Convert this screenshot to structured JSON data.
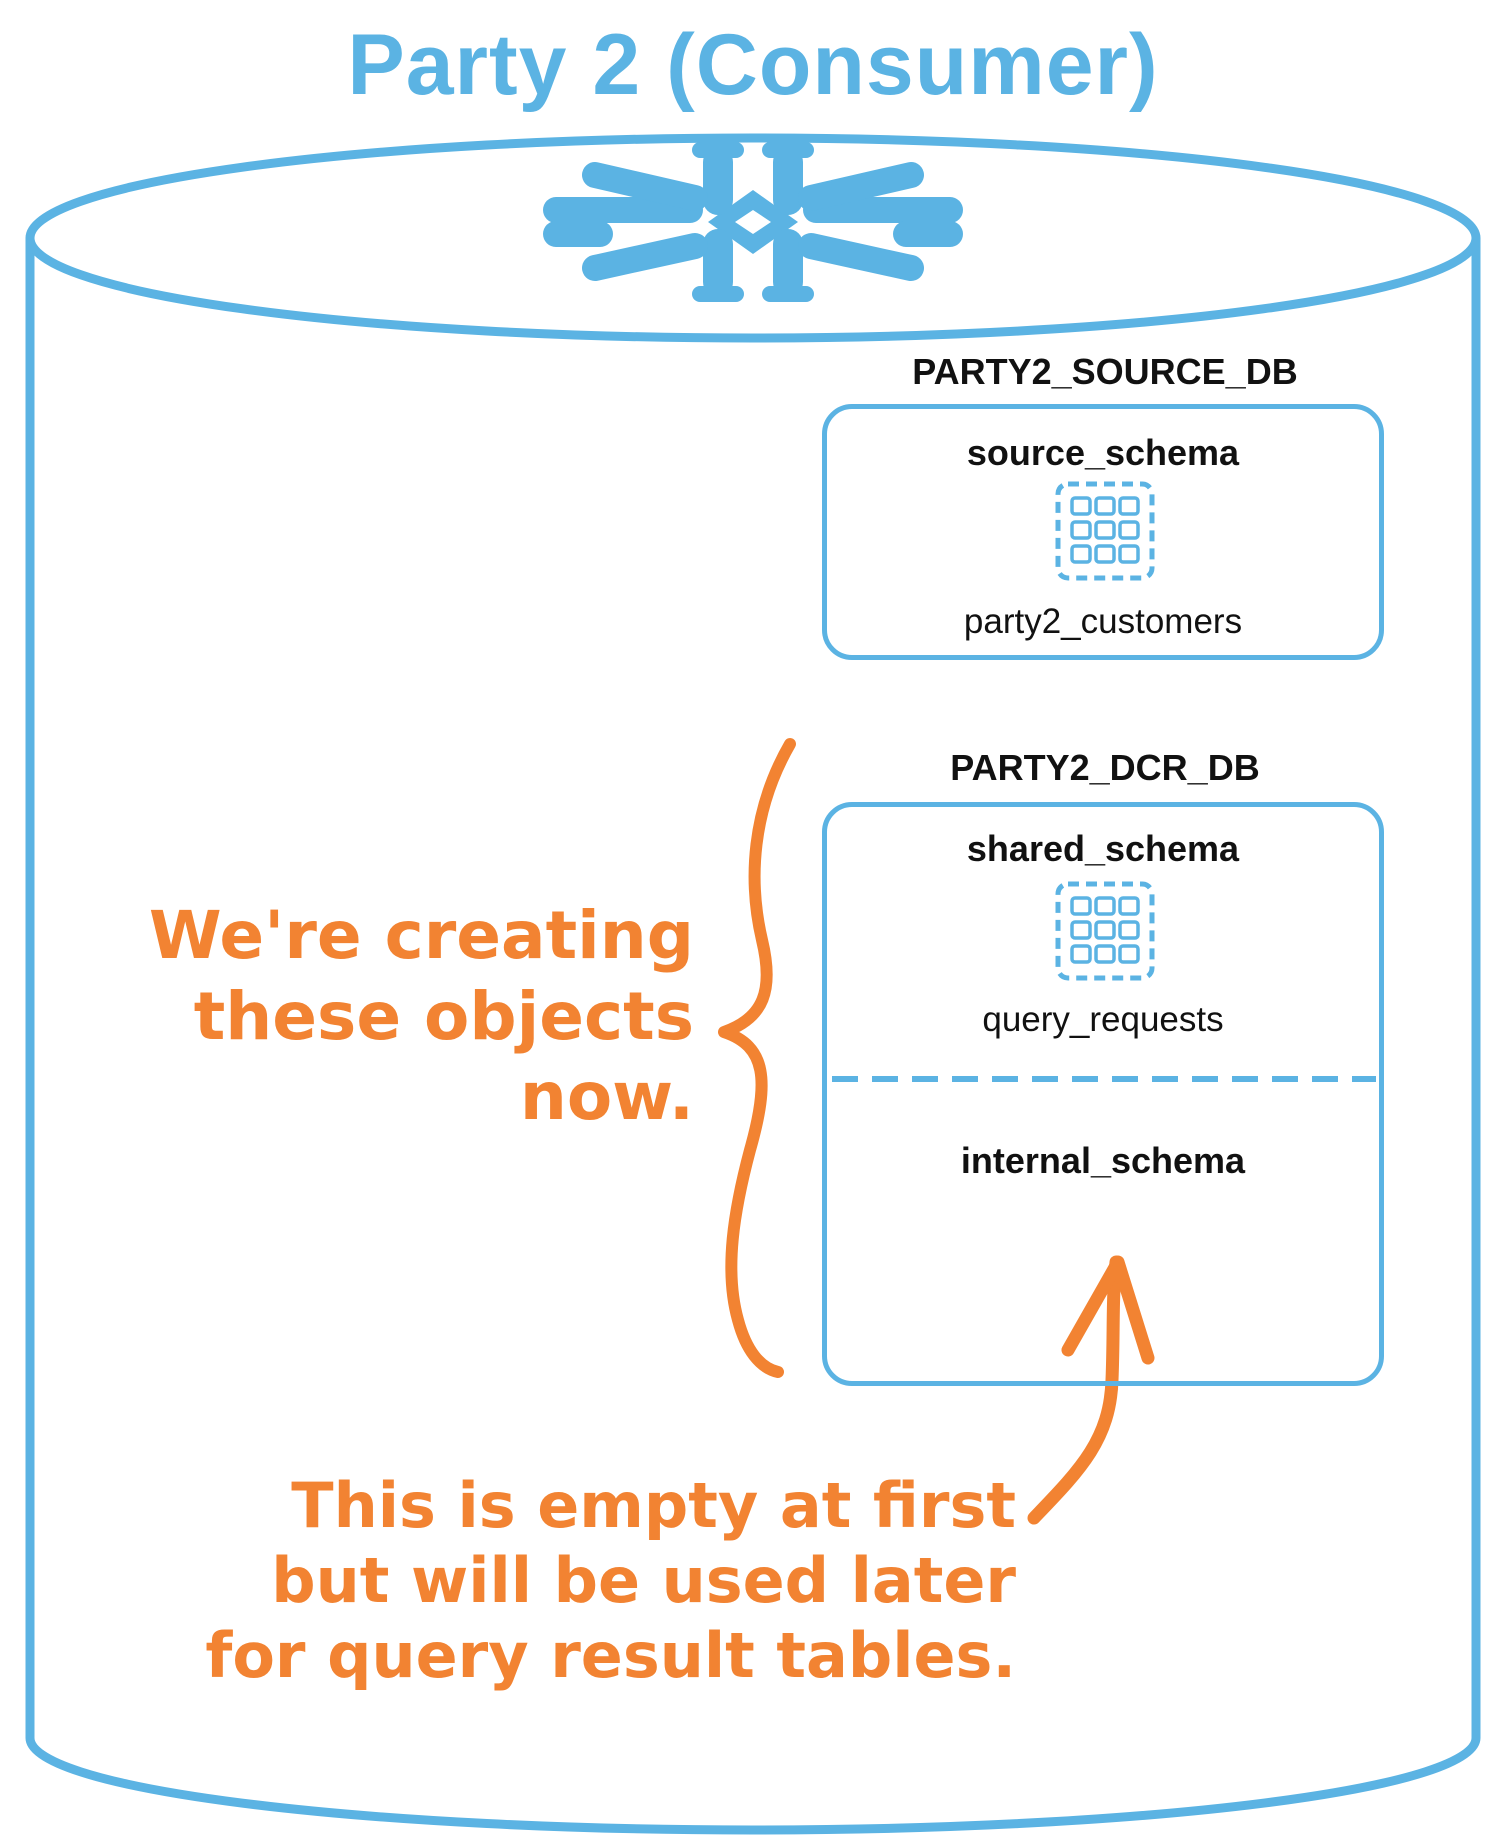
{
  "title": "Party 2 (Consumer)",
  "colors": {
    "accent_blue": "#5bb3e3",
    "annotation_orange": "#f28332",
    "text": "#111111"
  },
  "icons": {
    "top": "snowflake-logo",
    "table": "table-grid-icon",
    "brace": "curly-brace",
    "arrow": "curved-arrow-up"
  },
  "databases": [
    {
      "name": "PARTY2_SOURCE_DB",
      "schemas": [
        {
          "name": "source_schema",
          "tables": [
            "party2_customers"
          ]
        }
      ]
    },
    {
      "name": "PARTY2_DCR_DB",
      "schemas": [
        {
          "name": "shared_schema",
          "tables": [
            "query_requests"
          ]
        },
        {
          "name": "internal_schema",
          "tables": []
        }
      ]
    }
  ],
  "annotations": {
    "creating": [
      "We're creating",
      "these objects",
      "now."
    ],
    "empty": [
      "This is empty at first",
      "but will be used later",
      "for query result tables."
    ]
  }
}
